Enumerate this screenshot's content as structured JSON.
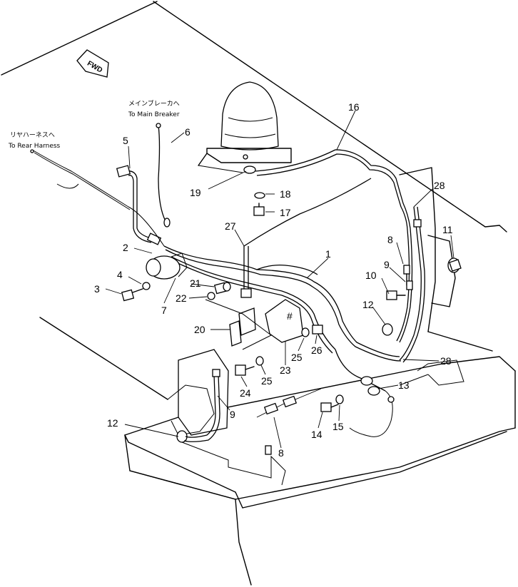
{
  "notes": {
    "main_breaker_jp": "メインブレーカへ",
    "main_breaker_en": "To Main Breaker",
    "rear_harness_jp": "リヤハーネスへ",
    "rear_harness_en": "To Rear Harness",
    "fwd": "FWD"
  },
  "callouts": {
    "c1": "1",
    "c2": "2",
    "c3": "3",
    "c4": "4",
    "c5": "5",
    "c6": "6",
    "c7": "7",
    "c8a": "8",
    "c8b": "8",
    "c9a": "9",
    "c9b": "9",
    "c10": "10",
    "c11": "11",
    "c12a": "12",
    "c12b": "12",
    "c13": "13",
    "c14": "14",
    "c15": "15",
    "c16": "16",
    "c17": "17",
    "c18": "18",
    "c19": "19",
    "c20": "20",
    "c21": "21",
    "c22": "22",
    "c23": "23",
    "c24": "24",
    "c25a": "25",
    "c25b": "25",
    "c26": "26",
    "c27": "27",
    "c28a": "28",
    "c28b": "28"
  }
}
